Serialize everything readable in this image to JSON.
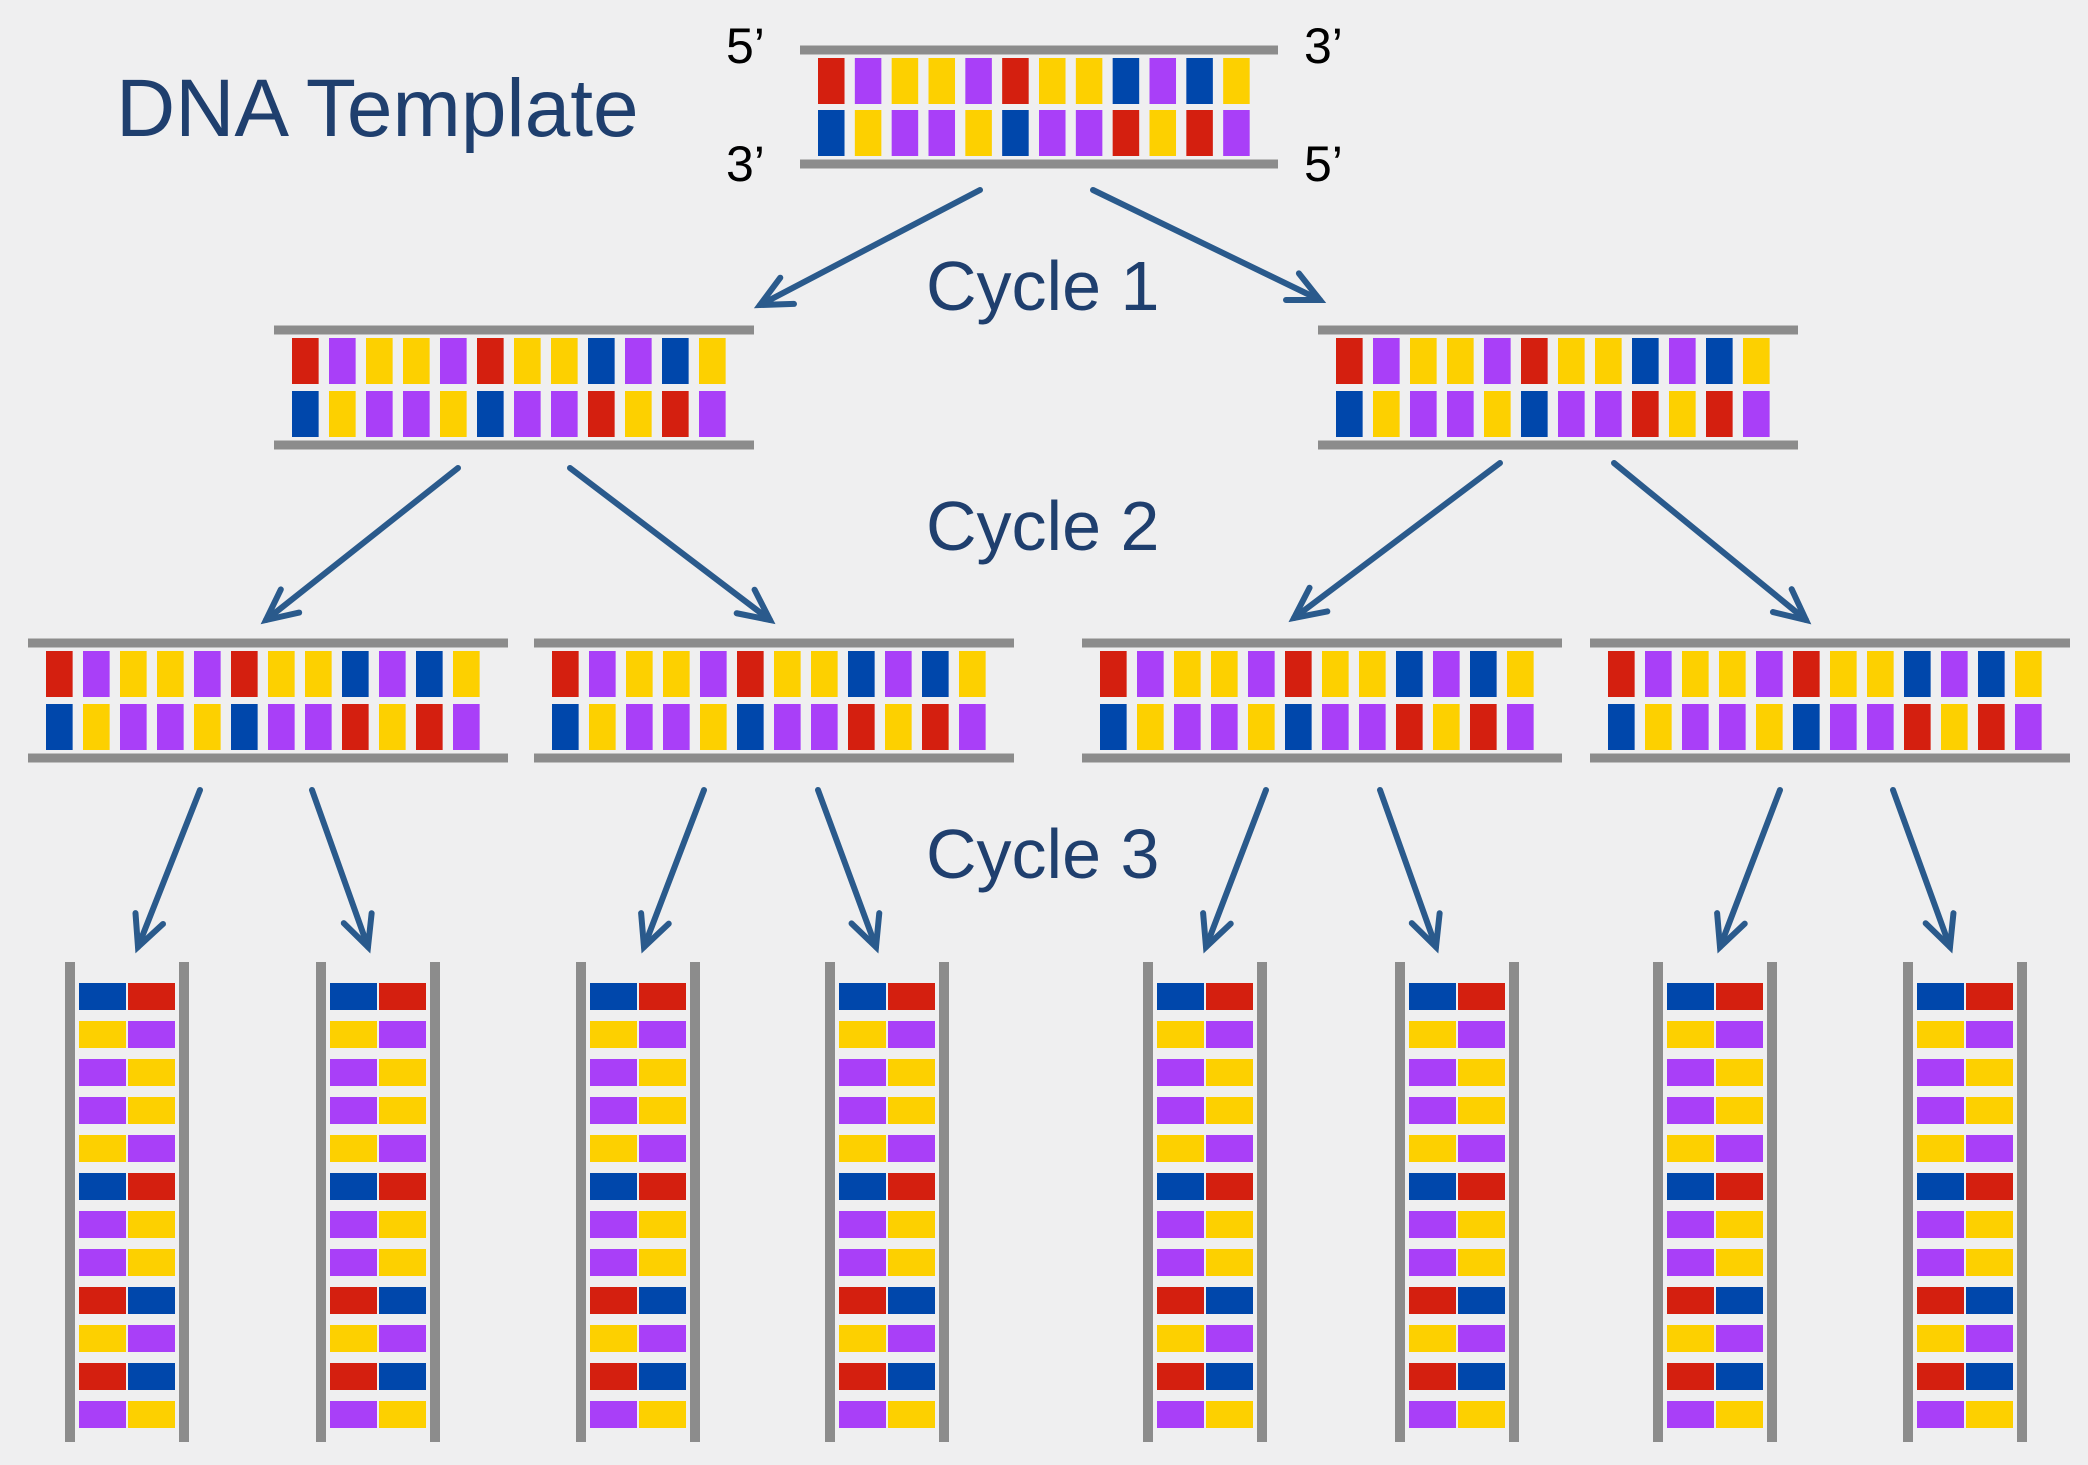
{
  "title": "DNA Template",
  "strand_ends": {
    "top_left": "5’",
    "top_right": "3’",
    "bottom_left": "3’",
    "bottom_right": "5’"
  },
  "cycles": [
    "Cycle 1",
    "Cycle 2",
    "Cycle 3"
  ],
  "colors": {
    "background": "#efeff0",
    "backbone": "#8c8c8c",
    "arrow": "#2a5a8c",
    "text": "#1f3f6e",
    "red": "#d41f0f",
    "purple": "#a93ff8",
    "yellow": "#fdd000",
    "blue": "#0047ab"
  },
  "sequence": {
    "top_strand": [
      "red",
      "purple",
      "yellow",
      "yellow",
      "purple",
      "red",
      "yellow",
      "yellow",
      "blue",
      "purple",
      "blue",
      "yellow"
    ],
    "bottom_strand": [
      "blue",
      "yellow",
      "purple",
      "purple",
      "yellow",
      "blue",
      "purple",
      "purple",
      "red",
      "yellow",
      "red",
      "purple"
    ]
  },
  "icons": {
    "helix": "dna-double-helix-icon",
    "arrow": "arrow-icon"
  }
}
